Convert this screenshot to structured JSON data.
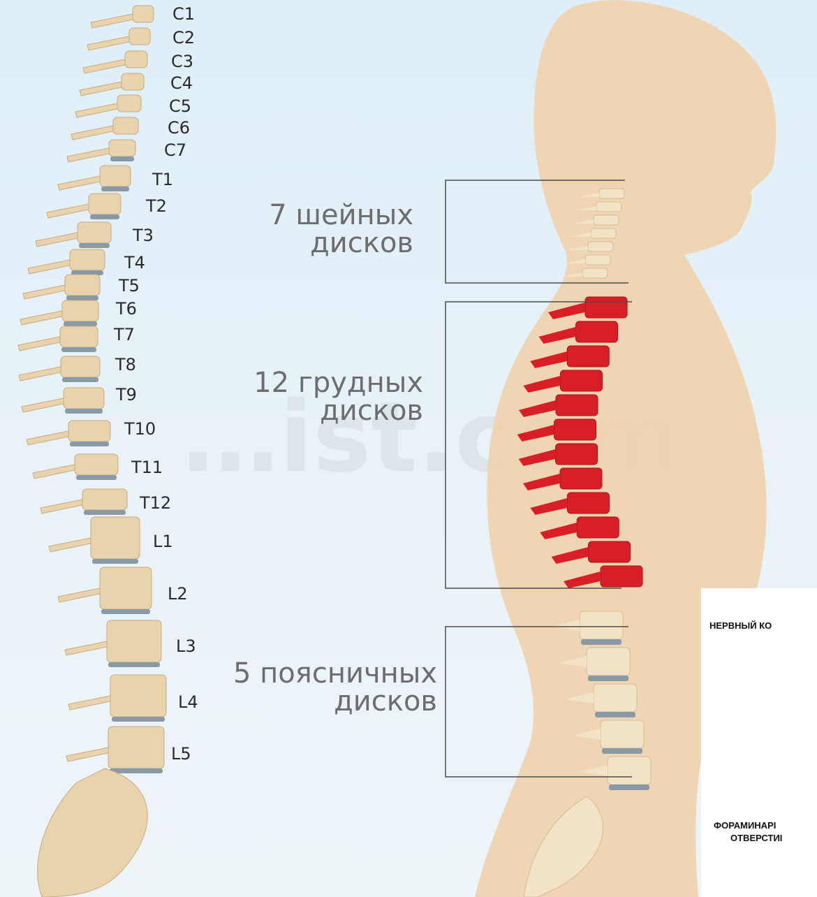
{
  "watermark": "…ist.com",
  "vertebrae": {
    "cervical": [
      "C1",
      "C2",
      "C3",
      "C4",
      "C5",
      "C6",
      "C7"
    ],
    "thoracic": [
      "T1",
      "T2",
      "T3",
      "T4",
      "T5",
      "T6",
      "T7",
      "T8",
      "T9",
      "T10",
      "T11",
      "T12"
    ],
    "lumbar": [
      "L1",
      "L2",
      "L3",
      "L4",
      "L5"
    ]
  },
  "regions": {
    "cervical": {
      "line1": "7 шейных",
      "line2": "дисков"
    },
    "thoracic": {
      "line1": "12 грудных",
      "line2": "дисков"
    },
    "lumbar": {
      "line1": "5 поясничных",
      "line2": "дисков"
    }
  },
  "inset": {
    "top_label": "НЕРВНЫЙ КО",
    "bottom_label_line1": "ФОРАМИНАРІ",
    "bottom_label_line2": "ОТВЕРСТИІ"
  },
  "colors": {
    "bone": "#e9d3ad",
    "disc": "#8a99a6",
    "highlight": "#d81f26",
    "body": "#efd3b0",
    "bracket": "#4d4d4d",
    "region_text": "#6d6d6d"
  }
}
